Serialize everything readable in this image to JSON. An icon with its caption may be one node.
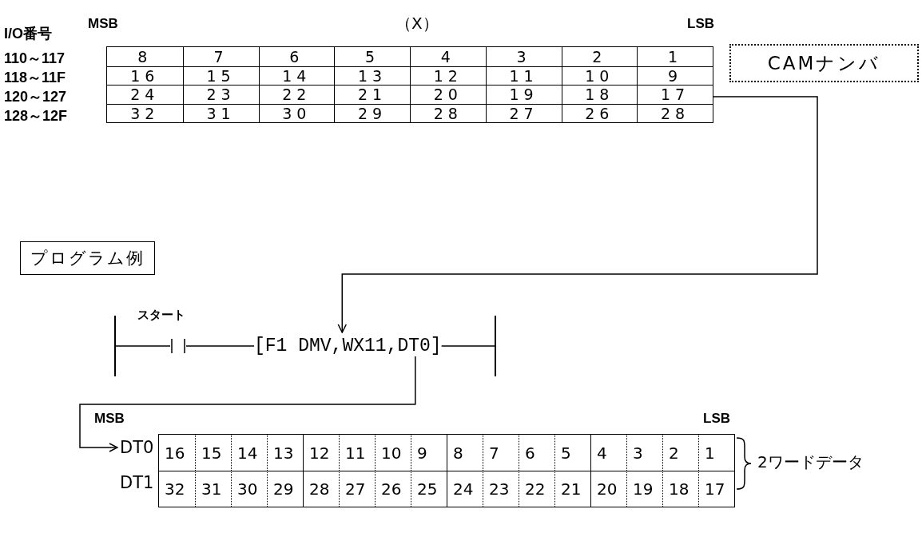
{
  "diagram": {
    "nodes": [
      {
        "text": [],
        "shape": "box"
      },
      {
        "text": [
          "CAMナンバ"
        ]
      },
      {
        "text": [
          "プログラム例"
        ]
      },
      {
        "text": [],
        "shape": "bar"
      },
      {
        "text": [
          "スタート"
        ]
      },
      {
        "text": [
          "[F1 DMV,WX11,DT0]"
        ]
      },
      {
        "text": [],
        "shape": "bar"
      },
      {
        "text": [
          "DT0"
        ]
      }
    ],
    "edges": [
      {
        "from": 0,
        "to": 5,
        "arrow": "to"
      },
      {
        "from": 3,
        "to": 4,
        "arrow": "none"
      },
      {
        "from": 4,
        "to": 5,
        "arrow": "none"
      },
      {
        "from": 5,
        "to": 6,
        "arrow": "none"
      },
      {
        "from": 5,
        "to": 7,
        "arrow": "to"
      }
    ],
    "labels": [
      "I/O番号",
      "MSB",
      "（X）",
      "LSB",
      "110～117",
      "8",
      "7",
      "6",
      "5",
      "4",
      "3",
      "2",
      "1",
      "118～11F",
      "16",
      "15",
      "14",
      "13",
      "12",
      "11",
      "10",
      "9",
      "120～127",
      "24",
      "23",
      "22",
      "21",
      "20",
      "19",
      "18",
      "17",
      "128～12F",
      "32",
      "31",
      "30",
      "29",
      "28",
      "27",
      "26",
      "28",
      "MSB",
      "LSB",
      "16",
      "15",
      "14",
      "13",
      "12",
      "11",
      "10",
      "9",
      "8",
      "7",
      "6",
      "5",
      "4",
      "3",
      "2",
      "1",
      "2ワードデータ",
      "DT1",
      "32",
      "31",
      "30",
      "29",
      "28",
      "27",
      "26",
      "25",
      "24",
      "23",
      "22",
      "21",
      "20",
      "19",
      "18",
      "17"
    ]
  }
}
